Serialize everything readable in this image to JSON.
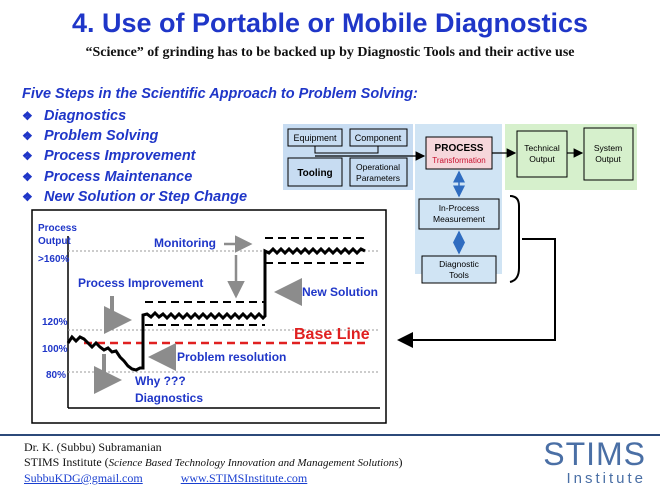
{
  "slide": {
    "title": "4. Use of Portable or Mobile Diagnostics",
    "subtitle": "“Science” of grinding has to be backed up by Diagnostic Tools and their active use"
  },
  "steps": {
    "heading": "Five Steps in the Scientific Approach to Problem Solving:",
    "bullet_glyph": "❖",
    "items": [
      "Diagnostics",
      "Problem Solving",
      "Process Improvement",
      "Process Maintenance",
      "New Solution or Step Change"
    ]
  },
  "flow": {
    "equipment": "Equipment",
    "component": "Component",
    "tooling": "Tooling",
    "operational_1": "Operational",
    "operational_2": "Parameters",
    "process_1": "PROCESS",
    "process_2": "Transformation",
    "technical_1": "Technical",
    "technical_2": "Output",
    "system_1": "System",
    "system_2": "Output",
    "inprocess_1": "In-Process",
    "inprocess_2": "Measurement",
    "diagnostic_1": "Diagnostic",
    "diagnostic_2": "Tools",
    "colors": {
      "blue_box": "#c7dcf2",
      "green_box": "#d6f0cc",
      "process_fill": "#f6d7db",
      "process_text": "#c8102e",
      "arrow_blue": "#2f6cc0"
    }
  },
  "graph": {
    "y_title_1": "Process",
    "y_title_2": "Output",
    "y_ticks": [
      ">160%",
      "120%",
      "100%",
      "80%"
    ],
    "monitoring": "Monitoring",
    "process_improvement": "Process Improvement",
    "new_solution": "New Solution",
    "base_line": "Base Line",
    "problem_resolution": "Problem resolution",
    "why": "Why ???",
    "diagnostics": "Diagnostics",
    "colors": {
      "label": "#1f36c8",
      "base_line": "#e02020",
      "arrow": "#8c8c8c"
    }
  },
  "footer": {
    "name": "Dr. K. (Subbu) Subramanian",
    "institute": "STIMS Institute (",
    "institute_italic": "Science Based Technology Innovation and Management Solutions",
    "institute_end": ")",
    "email": "SubbuKDG@gmail.com",
    "website": "www.STIMSInstitute.com",
    "logo_big": "STIMS",
    "logo_small": "Institute"
  }
}
